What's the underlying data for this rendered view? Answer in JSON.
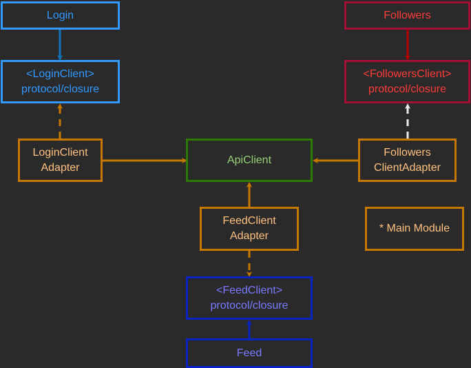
{
  "colors": {
    "blue": "#3399ff",
    "red": "#a50f35",
    "red_text": "#ff3b3b",
    "orange": "#c77800",
    "orange_text": "#ffc180",
    "green": "#2d7a00",
    "green_text": "#97d077",
    "navy": "#0a24c4",
    "navy_text": "#7b7bff",
    "arrow_blue": "#0f74b8",
    "arrow_red": "#b50000",
    "arrow_white": "#eeeeee",
    "arrow_orange": "#c77800",
    "arrow_navy": "#0a24c4"
  },
  "nodes": {
    "login": {
      "lines": [
        "Login"
      ]
    },
    "login_client": {
      "lines": [
        "<LoginClient>",
        "protocol/closure"
      ]
    },
    "login_client_adapter": {
      "lines": [
        "LoginClient",
        "Adapter"
      ]
    },
    "api_client": {
      "lines": [
        "ApiClient"
      ]
    },
    "followers": {
      "lines": [
        "Followers"
      ]
    },
    "followers_client": {
      "lines": [
        "<FollowersClient>",
        "protocol/closure"
      ]
    },
    "followers_client_adapter": {
      "lines": [
        "Followers",
        "ClientAdapter"
      ]
    },
    "feed_client_adapter": {
      "lines": [
        "FeedClient",
        "Adapter"
      ]
    },
    "main_module": {
      "lines": [
        "* Main Module"
      ]
    },
    "feed_client": {
      "lines": [
        "<FeedClient>",
        "protocol/closure"
      ]
    },
    "feed": {
      "lines": [
        "Feed"
      ]
    }
  },
  "edges": [
    {
      "from": "login",
      "to": "login_client",
      "style": "solid",
      "color_key": "arrow_blue"
    },
    {
      "from": "login_client_adapter",
      "to": "login_client",
      "style": "dashed",
      "color_key": "arrow_orange"
    },
    {
      "from": "login_client_adapter",
      "to": "api_client",
      "style": "solid",
      "color_key": "arrow_orange"
    },
    {
      "from": "followers",
      "to": "followers_client",
      "style": "solid",
      "color_key": "arrow_red"
    },
    {
      "from": "followers_client_adapter",
      "to": "followers_client",
      "style": "dashed",
      "color_key": "arrow_white"
    },
    {
      "from": "followers_client_adapter",
      "to": "api_client",
      "style": "solid",
      "color_key": "arrow_orange"
    },
    {
      "from": "feed_client_adapter",
      "to": "api_client",
      "style": "solid",
      "color_key": "arrow_orange"
    },
    {
      "from": "feed_client_adapter",
      "to": "feed_client",
      "style": "dashed",
      "color_key": "arrow_orange"
    },
    {
      "from": "feed",
      "to": "feed_client",
      "style": "solid",
      "color_key": "arrow_navy"
    }
  ]
}
